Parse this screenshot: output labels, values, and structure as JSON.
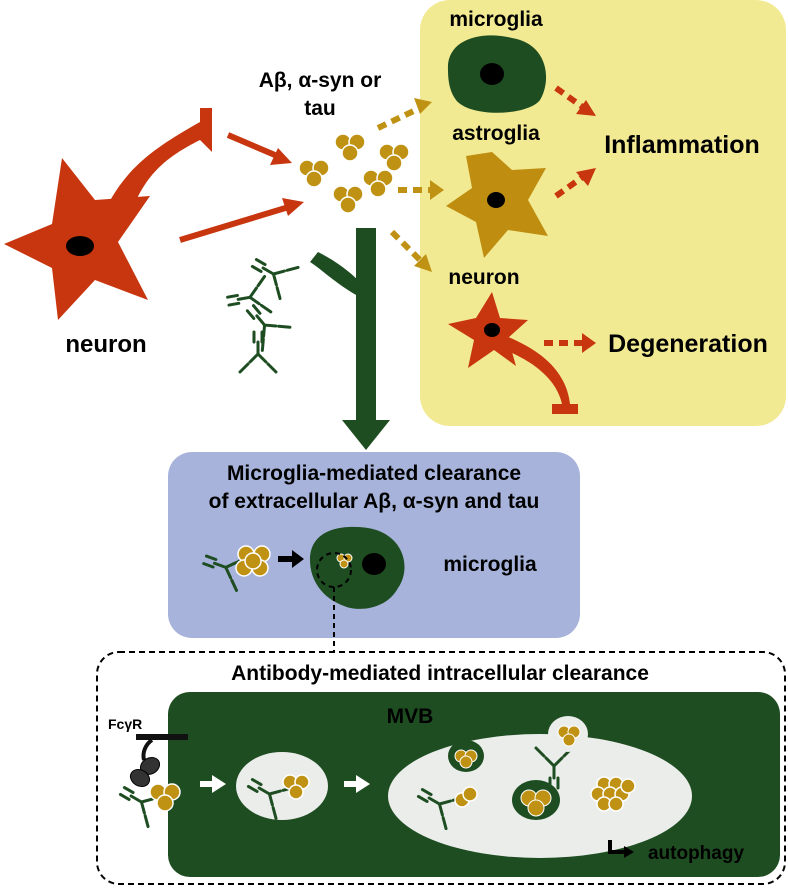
{
  "labels": {
    "aggregates": [
      "Aβ, α-syn or",
      "tau"
    ],
    "microglia_top": "microglia",
    "astroglia": "astroglia",
    "neuron_right": "neuron",
    "inflammation": "Inflammation",
    "degeneration": "Degeneration",
    "neuron_left": "neuron",
    "clearance_title": [
      "Microglia-mediated clearance",
      "of extracellular Aβ, α-syn and tau"
    ],
    "microglia_box": "microglia",
    "intracellular_title": "Antibody-mediated intracellular clearance",
    "fcr": "FcγR",
    "mvb": "MVB",
    "autophagy": "autophagy"
  },
  "colors": {
    "neuron": "#c8360f",
    "aggregate": "#c09214",
    "aggregate_edge": "#ffffff",
    "microglia": "#1e4d22",
    "astroglia": "#bf8e10",
    "pathology_panel": "#f2ea92",
    "clearance_panel": "#a7b3da",
    "inflammation_arrow": "#c8360f",
    "aggregate_arrow": "#c09214",
    "main_arrow": "#1e4d22",
    "antibody": "#1e4d22",
    "vesicle": "#eaedea"
  }
}
